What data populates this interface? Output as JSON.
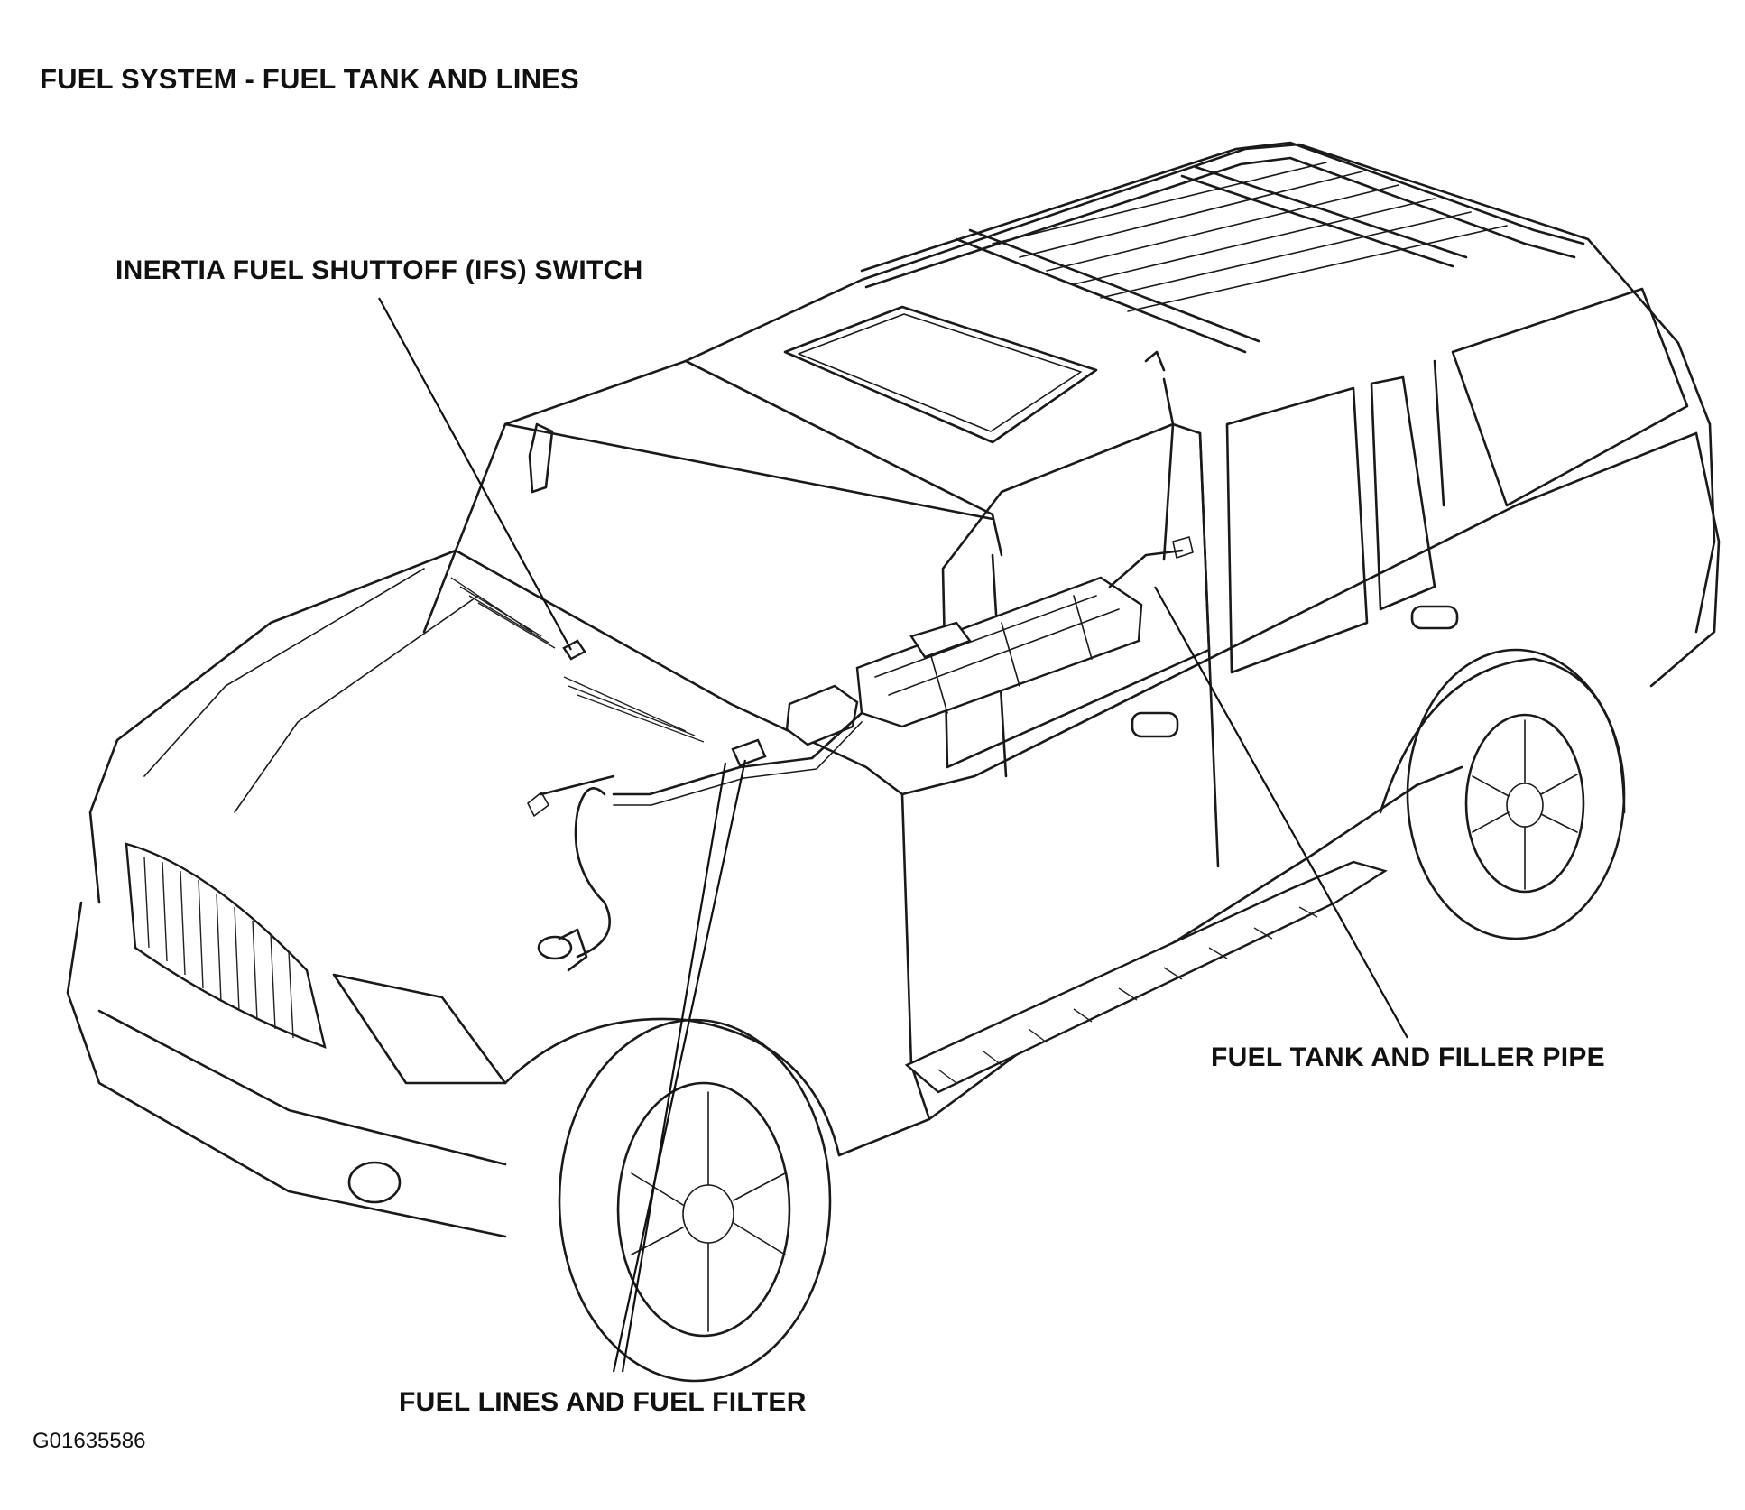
{
  "title": "FUEL SYSTEM - FUEL TANK AND LINES",
  "callouts": {
    "ifs_switch": "INERTIA FUEL SHUTTOFF (IFS) SWITCH",
    "fuel_tank": "FUEL TANK AND FILLER PIPE",
    "fuel_lines": "FUEL LINES AND FUEL FILTER"
  },
  "figure_id": "G01635586"
}
